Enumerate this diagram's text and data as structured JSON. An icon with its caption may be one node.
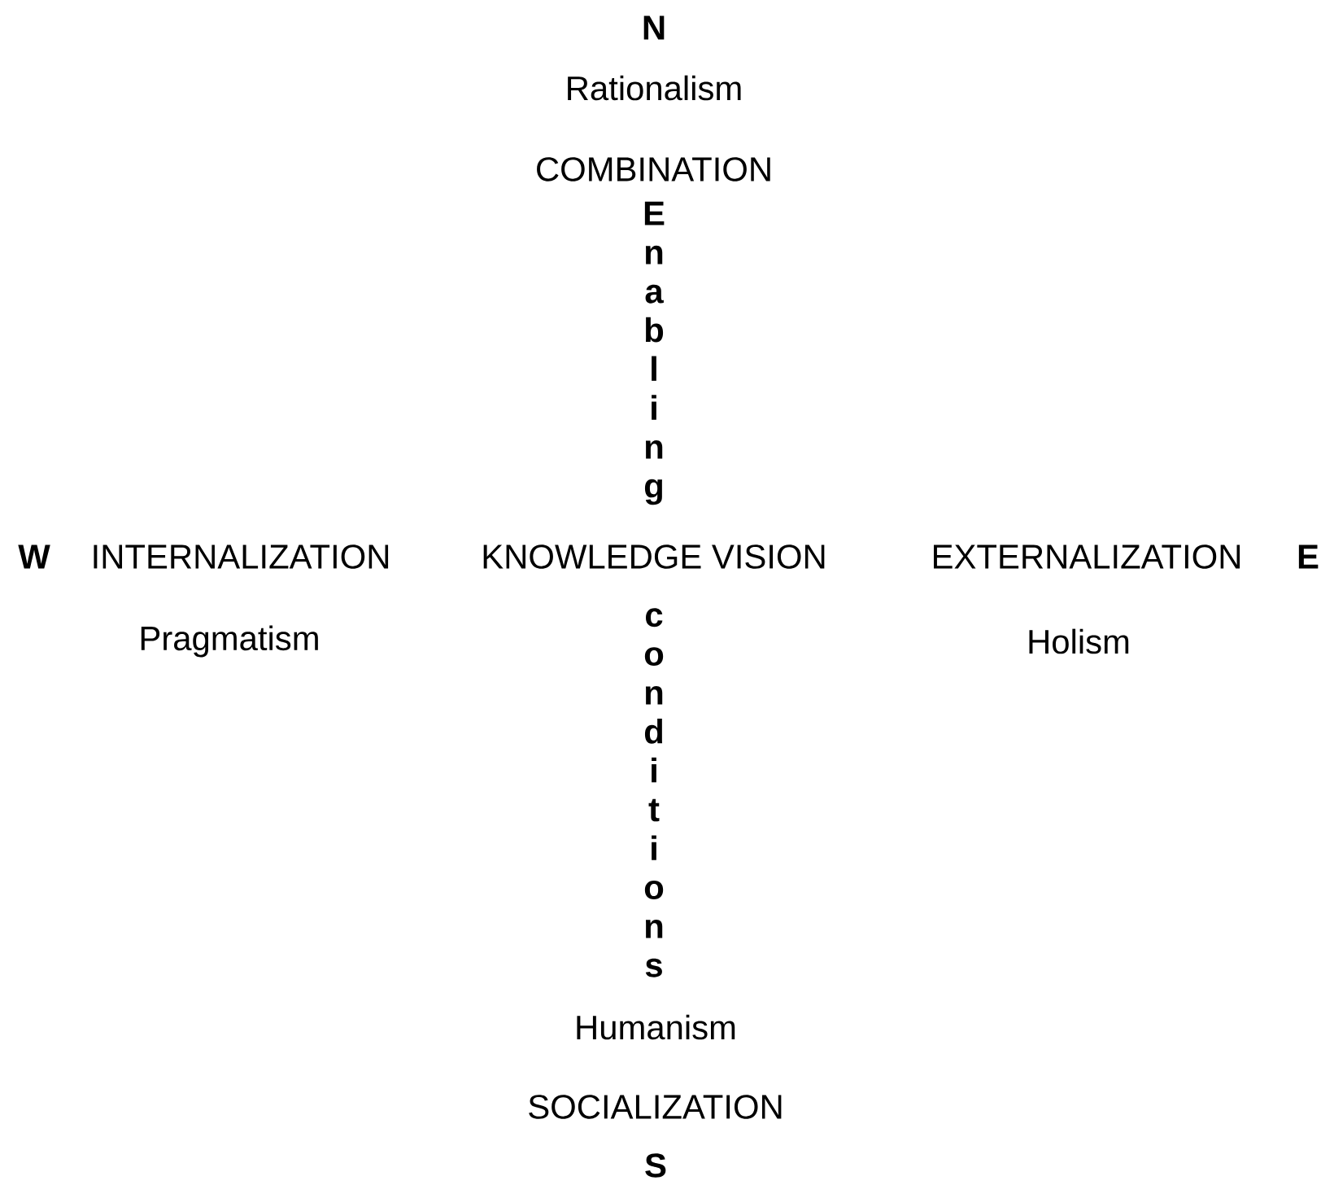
{
  "diagram": {
    "labels": [
      "N",
      "Rationalism",
      "COMBINATION",
      "Enabling",
      "W",
      "INTERNALIZATION",
      "KNOWLEDGE VISION",
      "EXTERNALIZATION",
      "E",
      "Pragmatism",
      "conditions",
      "Holism",
      "Humanism",
      "SOCIALIZATION",
      "S"
    ]
  }
}
